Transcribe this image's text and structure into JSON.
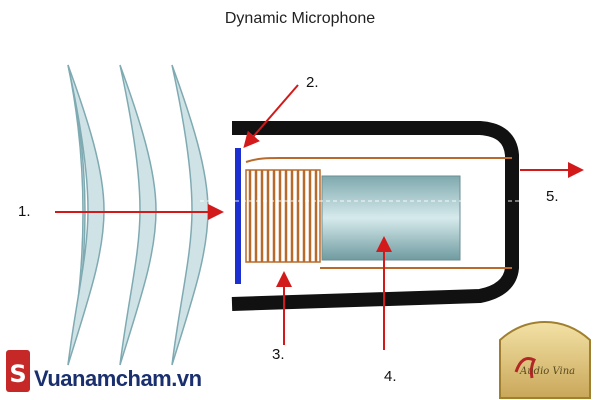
{
  "diagram": {
    "title": "Dynamic Microphone",
    "labels": {
      "l1": "1.",
      "l2": "2.",
      "l3": "3.",
      "l4": "4.",
      "l5": "5."
    }
  },
  "watermarks": {
    "left_brand": "Vuanamcham.vn",
    "right_seal": "Audio Vina"
  },
  "colors": {
    "wave_fill": "#cfe3e6",
    "wave_stroke": "#7faab2",
    "housing": "#111111",
    "diaphragm": "#1c2fd0",
    "coil": "#b86a2a",
    "magnet": "#a9c9cd",
    "arrow": "#d31a1a"
  }
}
